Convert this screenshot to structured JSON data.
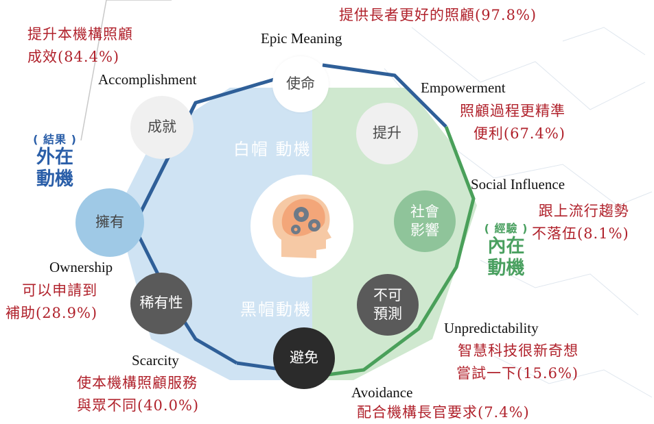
{
  "center": {
    "white_hat": "白帽 動機",
    "black_hat": "黑帽動機",
    "icon": "head-gears-icon"
  },
  "left_side": {
    "small": "( 結果 )",
    "line1": "外在",
    "line2": "動機"
  },
  "right_side": {
    "small": "( 經驗 )",
    "line1": "內在",
    "line2": "動機"
  },
  "drives": [
    {
      "en": "Epic Meaning",
      "zh": "使命",
      "red_lines": [
        "提供長者更好的照顧(97.8%)"
      ]
    },
    {
      "en": "Empowerment",
      "zh": "提升",
      "red_lines": [
        "照顧過程更精準",
        "便利(67.4%)"
      ]
    },
    {
      "en": "Social Influence",
      "zh": "社會\n影響",
      "red_lines": [
        "跟上流行趨勢",
        "不落伍(8.1%)"
      ]
    },
    {
      "en": "Unpredictability",
      "zh": "不可\n預測",
      "red_lines": [
        "智慧科技很新奇想",
        "嘗試一下(15.6%)"
      ]
    },
    {
      "en": "Avoidance",
      "zh": "避免",
      "red_lines": [
        "配合機構長官要求(7.4%)"
      ]
    },
    {
      "en": "Scarcity",
      "zh": "稀有性",
      "red_lines": [
        "使本機構照顧服務",
        "與眾不同(40.0%)"
      ]
    },
    {
      "en": "Ownership",
      "zh": "擁有",
      "red_lines": [
        "可以申請到",
        "補助(28.9%)"
      ]
    },
    {
      "en": "Accomplishment",
      "zh": "成就",
      "red_lines": [
        "提升本機構照顧",
        "成效(84.4%)"
      ]
    }
  ],
  "colors": {
    "blue_region": "#cfe3f3",
    "green_region": "#cfe8cf",
    "blue_border": "#2f5f98",
    "green_border": "#4aa05a",
    "red_text": "#b0212b"
  }
}
